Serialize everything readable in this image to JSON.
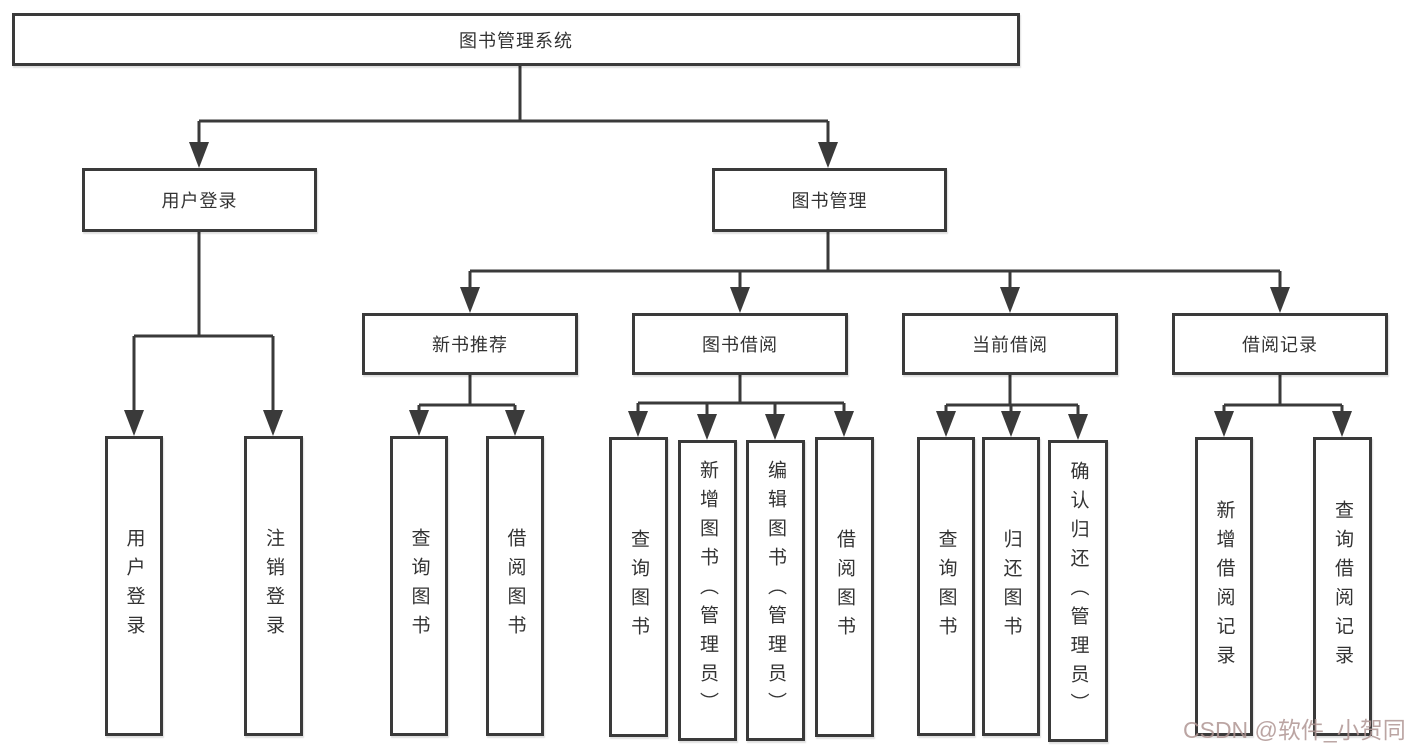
{
  "diagram": {
    "root": {
      "label": "图书管理系统"
    },
    "branches": [
      {
        "label": "用户登录",
        "children": [
          {
            "label": "用户登录"
          },
          {
            "label": "注销登录"
          }
        ]
      },
      {
        "label": "图书管理",
        "children": [
          {
            "label": "新书推荐",
            "children": [
              {
                "label": "查询图书"
              },
              {
                "label": "借阅图书"
              }
            ]
          },
          {
            "label": "图书借阅",
            "children": [
              {
                "label": "查询图书"
              },
              {
                "label": "新增图书（管理员）"
              },
              {
                "label": "编辑图书（管理员）"
              },
              {
                "label": "借阅图书"
              }
            ]
          },
          {
            "label": "当前借阅",
            "children": [
              {
                "label": "查询图书"
              },
              {
                "label": "归还图书"
              },
              {
                "label": "确认归还（管理员）"
              }
            ]
          },
          {
            "label": "借阅记录",
            "children": [
              {
                "label": "新增借阅记录"
              },
              {
                "label": "查询借阅记录"
              }
            ]
          }
        ]
      }
    ]
  },
  "watermark": {
    "text": "CSDN @软件_小贺同学",
    "color": "#b09694"
  },
  "colors": {
    "line": "#3a3a3a",
    "text": "#333333",
    "background": "#ffffff"
  }
}
